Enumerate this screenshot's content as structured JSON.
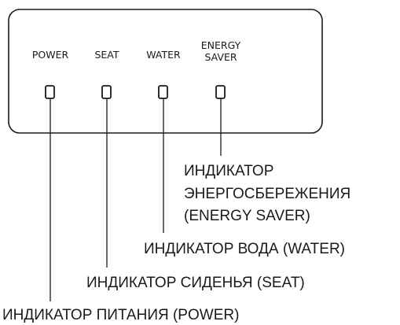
{
  "panel": {
    "indicators": [
      {
        "label_lines": [
          "POWER"
        ]
      },
      {
        "label_lines": [
          "SEAT"
        ]
      },
      {
        "label_lines": [
          "WATER"
        ]
      },
      {
        "label_lines": [
          "ENERGY",
          "SAVER"
        ]
      }
    ]
  },
  "callouts": {
    "energy_saver": [
      "ИНДИКАТОР",
      "ЭНЕРГОСБЕРЕЖЕНИЯ",
      "(ENERGY SAVER)"
    ],
    "water": "ИНДИКАТОР ВОДА (WATER)",
    "seat": "ИНДИКАТОР СИДЕНЬЯ (SEAT)",
    "power": "ИНДИКАТОР ПИТАНИЯ (POWER)"
  }
}
